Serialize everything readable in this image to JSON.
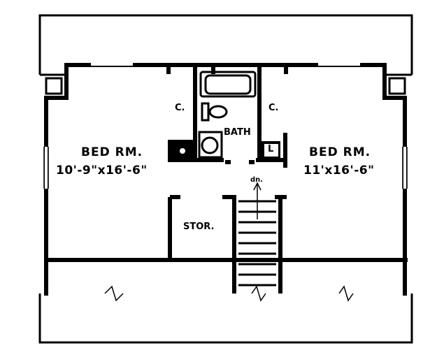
{
  "rooms": {
    "bed_left": {
      "name": "BED RM.",
      "dims": "10'-9\"x16'-6\""
    },
    "bed_right": {
      "name": "BED RM.",
      "dims": "11'x16'-6\""
    },
    "bath": "BATH",
    "storage": "STOR.",
    "closet_left": "C.",
    "closet_right": "C.",
    "linen": "L",
    "stair_down": "dn."
  },
  "colors": {
    "ink": "#000000",
    "paper": "#ffffff"
  }
}
